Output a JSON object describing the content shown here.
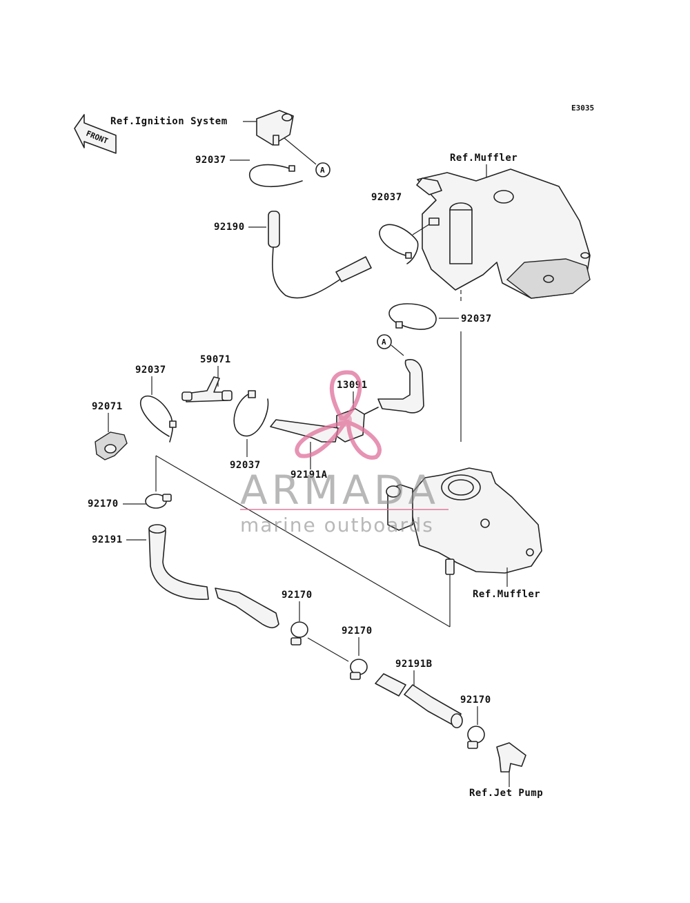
{
  "diagram": {
    "code": "E3035",
    "front_label": "FRONT",
    "marker_a": "A",
    "refs": {
      "ignition": "Ref.Ignition System",
      "muffler_top": "Ref.Muffler",
      "muffler_bottom": "Ref.Muffler",
      "jet_pump": "Ref.Jet Pump"
    },
    "parts": {
      "p92037_a": "92037",
      "p92190": "92190",
      "p92037_b": "92037",
      "p92037_c": "92037",
      "p59071": "59071",
      "p92037_d": "92037",
      "p92071": "92071",
      "p13091": "13091",
      "p92037_e": "92037",
      "p92191A": "92191A",
      "p92170_a": "92170",
      "p92191": "92191",
      "p92170_b": "92170",
      "p92170_c": "92170",
      "p92191B": "92191B",
      "p92170_d": "92170"
    }
  },
  "watermark": {
    "brand": "ARMADA",
    "tagline": "marine outboards",
    "logo_color": "#e0709a"
  }
}
